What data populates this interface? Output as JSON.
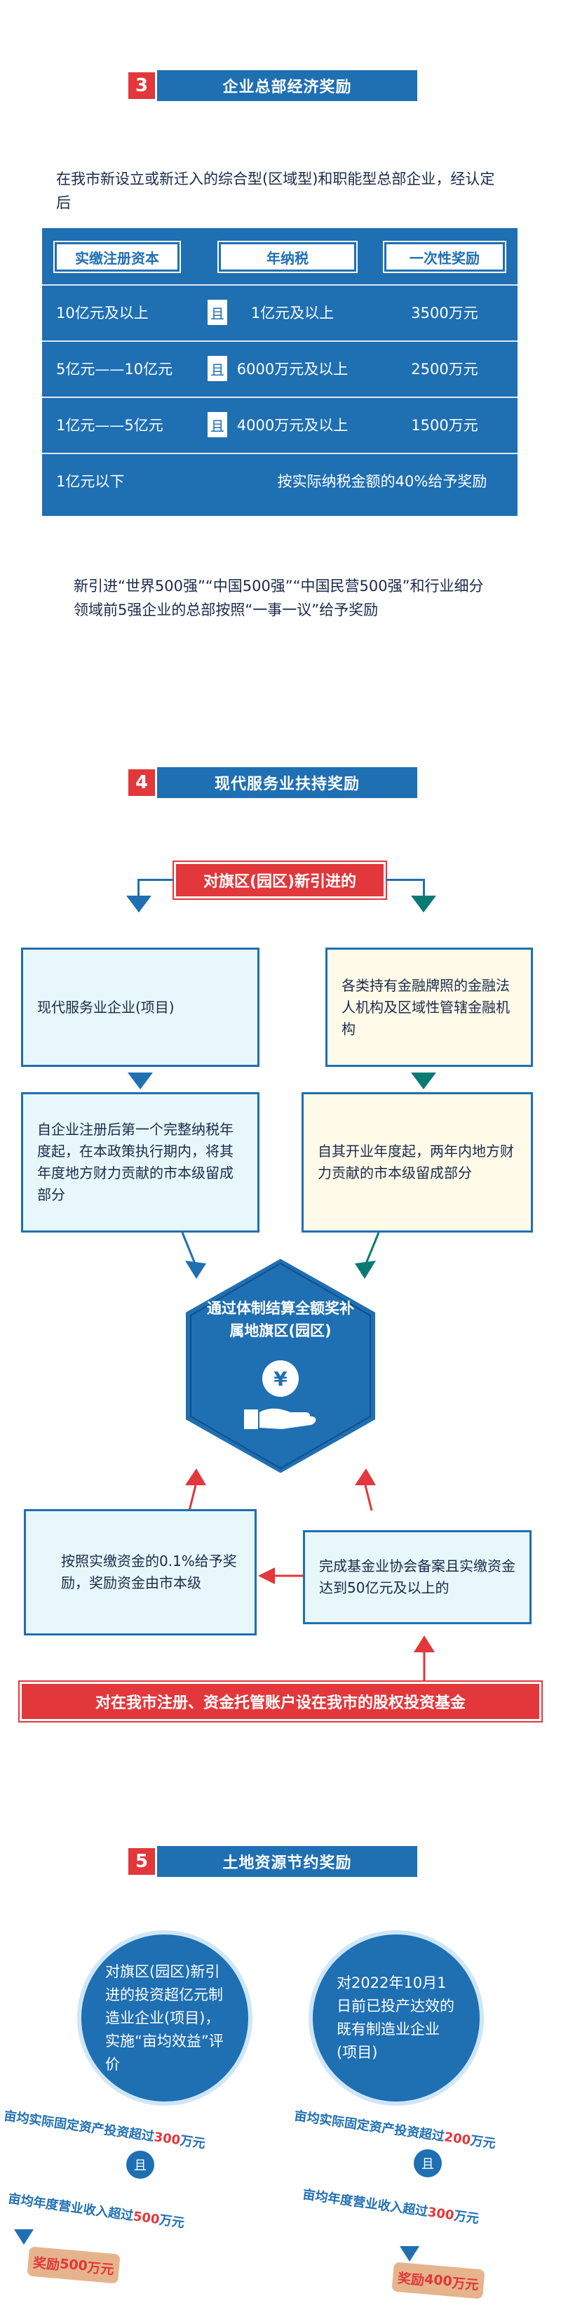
{
  "sec3": {
    "num": "3",
    "title": "企业总部经济奖励",
    "intro": "在我市新设立或新迁入的综合型(区域型)和职能型总部企业，经认定后",
    "headers": [
      "实缴注册资本",
      "年纳税",
      "一次性奖励"
    ],
    "qie": "且",
    "rows": [
      {
        "capital": "10亿元及以上",
        "tax": "1亿元及以上",
        "award": "3500万元"
      },
      {
        "capital": "5亿元——10亿元",
        "tax": "6000万元及以上",
        "award": "2500万元"
      },
      {
        "capital": "1亿元——5亿元",
        "tax": "4000万元及以上",
        "award": "1500万元"
      }
    ],
    "last_row": {
      "capital": "1亿元以下",
      "note": "按实际纳税金额的40%给予奖励"
    },
    "note": "新引进“世界500强”“中国500强”“中国民营500强”和行业细分领域前5强企业的总部按照“一事一议”给予奖励"
  },
  "sec4": {
    "num": "4",
    "title": "现代服务业扶持奖励",
    "top_label": "对旗区(园区)新引进的",
    "left_box1": "现代服务业企业(项目)",
    "right_box1": "各类持有金融牌照的金融法人机构及区域性管辖金融机构",
    "left_box2": "自企业注册后第一个完整纳税年度起，在本政策执行期内，将其年度地方财力贡献的市本级留成部分",
    "right_box2": "自其开业年度起，两年内地方财力贡献的市本级留成部分",
    "hex_text": "通过体制结算全额奖补属地旗区(园区)",
    "yen_symbol": "¥",
    "left_box3": "按照实缴资金的0.1%给予奖励，奖励资金由市本级",
    "right_box3": "完成基金业协会备案且实缴资金达到50亿元及以上的",
    "bottom_label": "对在我市注册、资金托管账户设在我市的股权投资基金"
  },
  "sec5": {
    "num": "5",
    "title": "土地资源节约奖励",
    "left_circle": "对旗区(园区)新引进的投资超亿元制造业企业(项目)，实施“亩均效益”评价",
    "right_circle": "对2022年10月1日前已投产达效的既有制造业企业(项目)",
    "qie": "且",
    "left_cond1_pre": "亩均实际固定资产投资超过",
    "left_cond1_val": "300",
    "left_cond1_post": "万元",
    "left_cond2_pre": "亩均年度营业收入超过",
    "left_cond2_val": "500",
    "left_cond2_post": "万元",
    "left_award_pre": "奖励",
    "left_award_val": "500",
    "left_award_post": "万元",
    "right_cond1_pre": "亩均实际固定资产投资超过",
    "right_cond1_val": "200",
    "right_cond1_post": "万元",
    "right_cond2_pre": "亩均年度营业收入超过",
    "right_cond2_val": "300",
    "right_cond2_post": "万元",
    "right_award_pre": "奖励",
    "right_award_val": "400",
    "right_award_post": "万元"
  }
}
